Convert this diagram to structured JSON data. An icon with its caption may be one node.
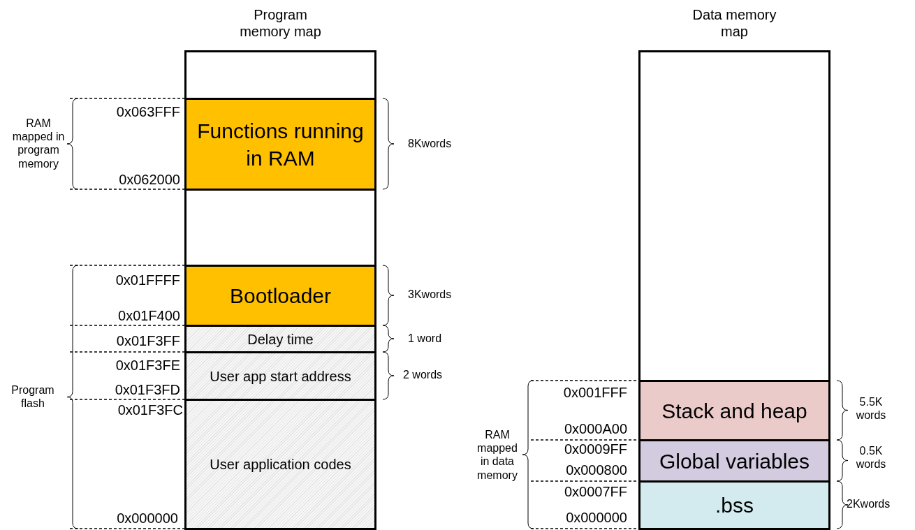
{
  "diagram": {
    "nodes": [
      {
        "text": [
          "Program memory map"
        ]
      },
      {
        "text": [
          "Functions running in RAM"
        ],
        "in": 0
      },
      {
        "text": [
          "Bootloader"
        ],
        "in": 0
      },
      {
        "text": [
          "Delay time"
        ],
        "in": 0
      },
      {
        "text": [
          "User app start address"
        ],
        "in": 0
      },
      {
        "text": [
          "User application codes"
        ],
        "in": 0
      },
      {
        "text": [
          "Data memory map"
        ]
      },
      {
        "text": [
          "Stack and heap"
        ],
        "in": 6
      },
      {
        "text": [
          "Global variables"
        ],
        "in": 6
      },
      {
        "text": [
          ".bss"
        ],
        "in": 6
      }
    ],
    "labels": [
      "RAM mapped in program memory",
      "0x063FFF",
      "0x062000",
      "8Kwords",
      "Program flash",
      "0x01FFFF",
      "0x01F400",
      "3Kwords",
      "0x01F3FF",
      "1 word",
      "0x01F3FE",
      "0x01F3FD",
      "2 words",
      "0x01F3FC",
      "0x000000",
      "RAM mapped in data memory",
      "0x001FFF",
      "0x000A00",
      "5.5K words",
      "0x0009FF",
      "0x000800",
      "0.5K words",
      "0x0007FF",
      "0x000000",
      "2Kwords"
    ]
  }
}
